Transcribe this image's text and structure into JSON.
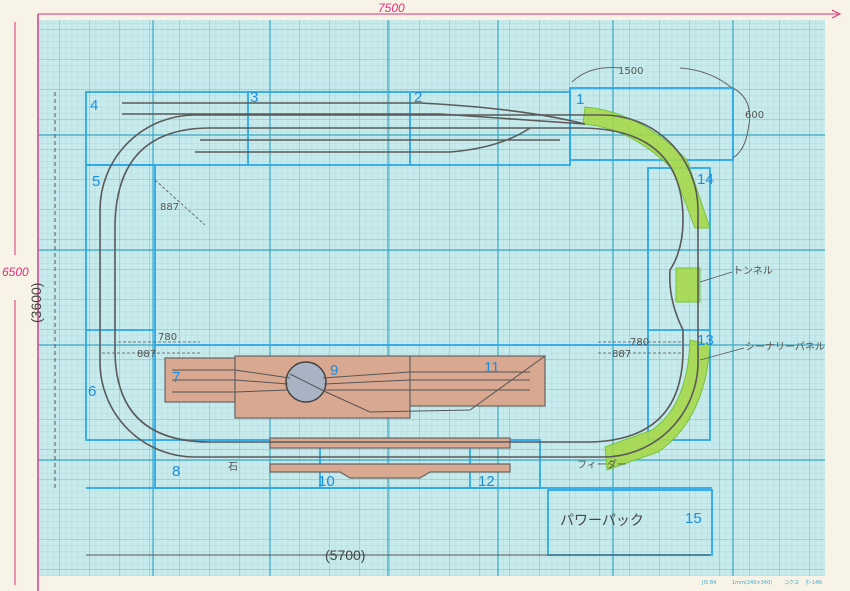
{
  "dimensions": {
    "overall_width": "7500",
    "overall_height": "6500",
    "layout_width": "(5700)",
    "layout_height": "(3600)",
    "module_1_width": "1500",
    "module_1_depth": "600",
    "radius_outer": "887",
    "radius_inner": "780"
  },
  "sections": [
    "1",
    "2",
    "3",
    "4",
    "5",
    "6",
    "7",
    "8",
    "9",
    "10",
    "11",
    "12",
    "13",
    "14",
    "15"
  ],
  "labels": {
    "tunnel": "トンネル",
    "scenery_panel": "シーナリーパネル",
    "feeder": "フィーダー",
    "power_pack": "パワーパック",
    "stone": "石"
  },
  "paper_footer": [
    "JIS B4",
    "1mm(240×340)",
    "コクヨ",
    "ホ-14N"
  ],
  "colors": {
    "grid": "#bfe6ea",
    "section_border": "#2aa8e8",
    "scenery": "#a6d94a",
    "yard": "#c89580",
    "track": "#555555",
    "dimension": "#e0307a"
  }
}
